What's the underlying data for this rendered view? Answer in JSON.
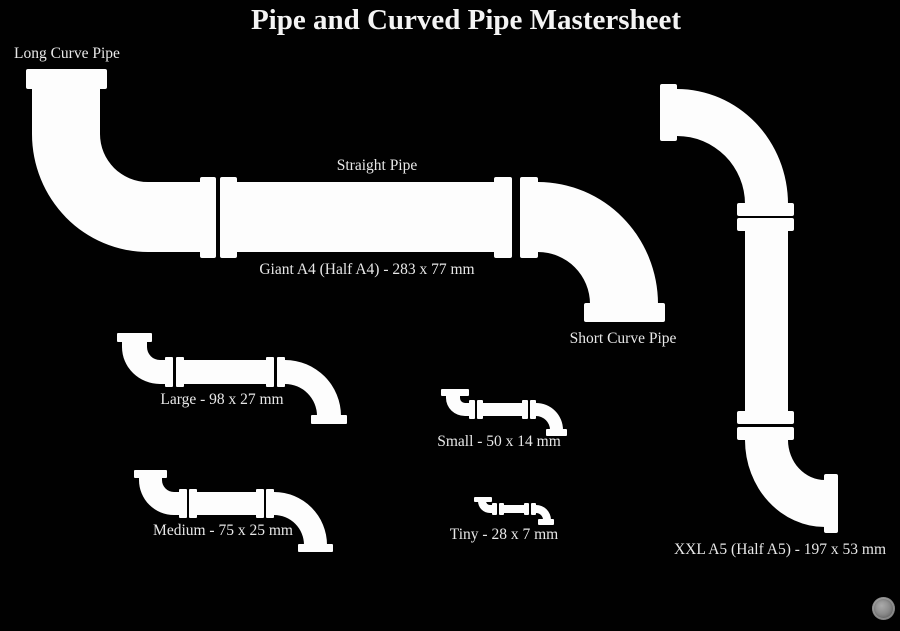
{
  "title": "Pipe and Curved Pipe Mastersheet",
  "labels": {
    "long_curve": "Long Curve Pipe",
    "straight": "Straight Pipe",
    "giant": "Giant A4 (Half A4) - 283 x 77 mm",
    "short_curve": "Short Curve Pipe",
    "large": "Large - 98 x 27 mm",
    "small": "Small - 50 x 14 mm",
    "medium": "Medium - 75 x 25 mm",
    "tiny": "Tiny - 28 x 7 mm",
    "xxl": "XXL A5 (Half A5) - 197 x 53 mm"
  },
  "colors": {
    "background": "#010101",
    "pipe": "#fdfdfd",
    "text": "#e8e8e8",
    "title_text": "#f4f4f4"
  },
  "icons": {
    "watermark": "coin-seal-icon"
  }
}
